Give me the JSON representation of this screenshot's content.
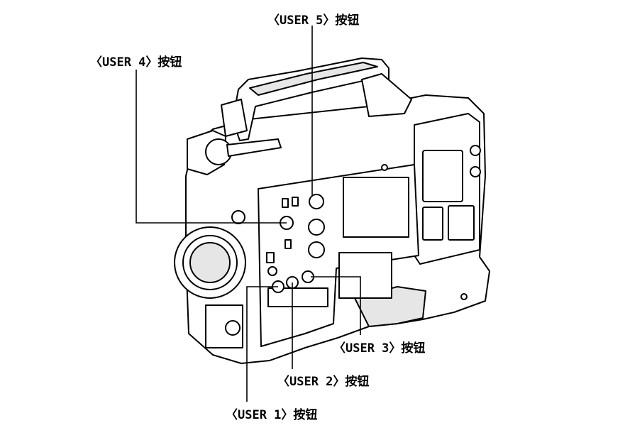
{
  "callouts": {
    "user1": "〈USER 1〉按钮",
    "user2": "〈USER 2〉按钮",
    "user3": "〈USER 3〉按钮",
    "user4": "〈USER 4〉按钮",
    "user5": "〈USER 5〉按钮"
  },
  "colors": {
    "line": "#000000",
    "fill": "#ffffff",
    "shade": "#e6e6e6"
  }
}
